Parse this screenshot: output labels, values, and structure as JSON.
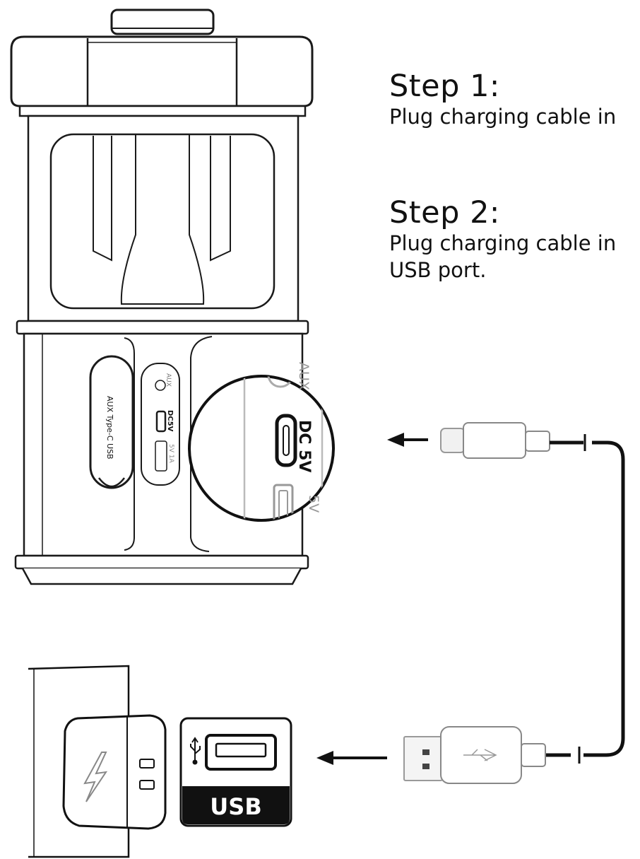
{
  "steps": [
    {
      "title": "Step 1:",
      "description": "Plug charging cable in"
    },
    {
      "title": "Step 2:",
      "description_line1": "Plug charging cable in",
      "description_line2": "USB port."
    }
  ],
  "lantern": {
    "port_cover_label": "AUX Type-C USB",
    "small_panel_labels": {
      "aux": "AUX",
      "dc": "DC5V",
      "usb": "5V 1A"
    }
  },
  "zoom": {
    "aux": "AUX",
    "dc": "DC 5V",
    "usb": "5V"
  },
  "charger": {
    "usb_label": "USB"
  },
  "icons": [
    "lightning-icon",
    "usb-symbol-icon",
    "usb-c-plug-icon",
    "usb-a-plug-icon",
    "arrow-left-icon"
  ]
}
